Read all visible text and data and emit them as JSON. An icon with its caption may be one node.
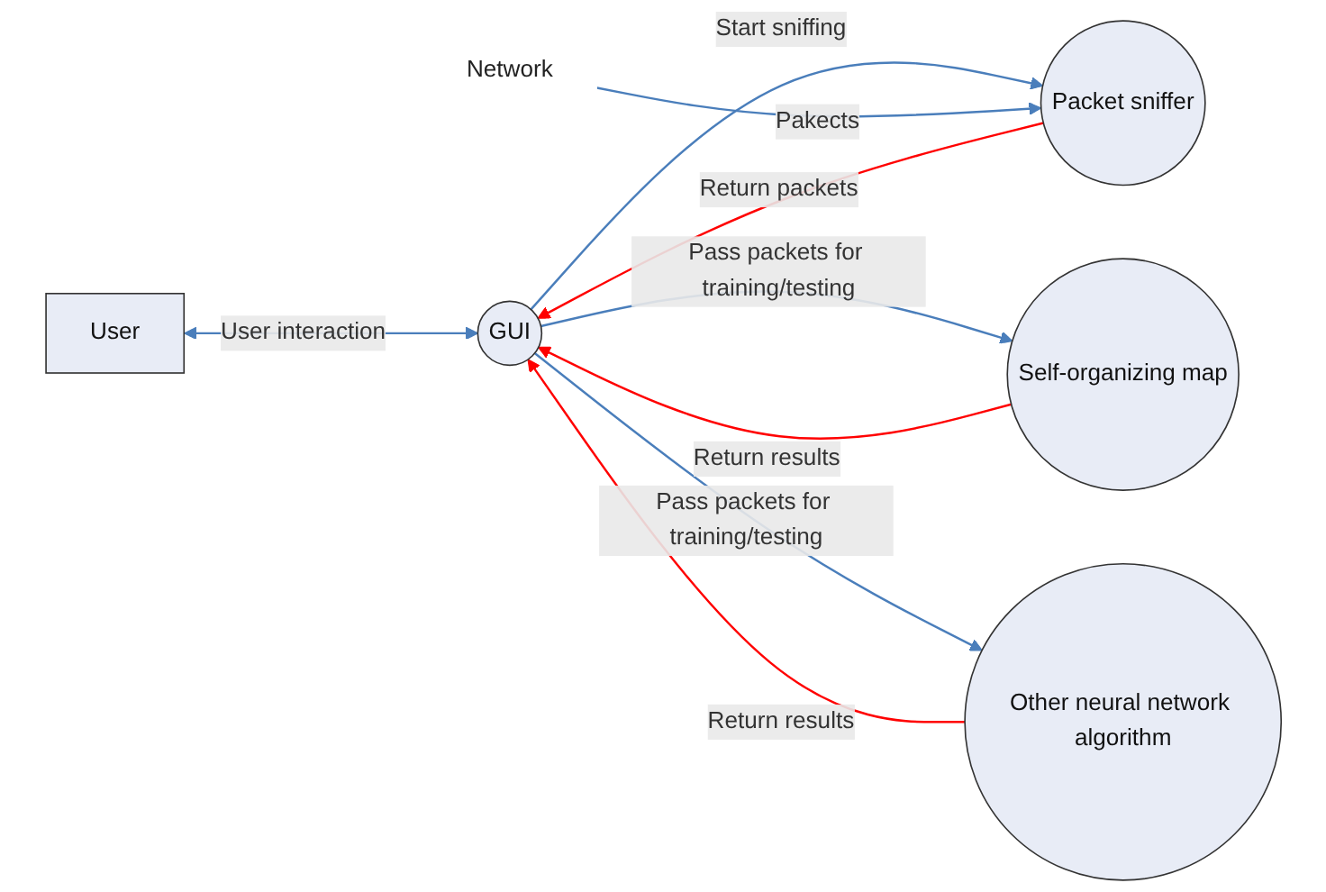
{
  "diagram": {
    "nodes": [
      {
        "text": [
          "User"
        ]
      },
      {
        "text": [
          "GUI"
        ]
      },
      {
        "text": [
          "Packet sniffer"
        ]
      },
      {
        "text": [
          "Self-organizing map"
        ]
      },
      {
        "text": [
          "Other neural network algorithm"
        ]
      },
      {
        "text": [
          "Network"
        ]
      }
    ],
    "edges": [
      {
        "from": 0,
        "to": 1,
        "arrow": "both",
        "label": "User interaction"
      },
      {
        "from": 1,
        "to": 2,
        "arrow": "to",
        "label": "Start sniffing"
      },
      {
        "from": 2,
        "to": 1,
        "arrow": "to",
        "label": "Return packets",
        "color": "#ff0000"
      },
      {
        "from": 5,
        "to": 2,
        "arrow": "to",
        "label": "Pakects"
      },
      {
        "from": 1,
        "to": 3,
        "arrow": "to",
        "label": "Pass packets for training/testing"
      },
      {
        "from": 3,
        "to": 1,
        "arrow": "to",
        "label": "Return results",
        "color": "#ff0000"
      },
      {
        "from": 1,
        "to": 4,
        "arrow": "to",
        "label": "Pass packets for training/testing"
      },
      {
        "from": 4,
        "to": 1,
        "arrow": "to",
        "label": "Return results",
        "color": "#ff0000"
      }
    ]
  }
}
